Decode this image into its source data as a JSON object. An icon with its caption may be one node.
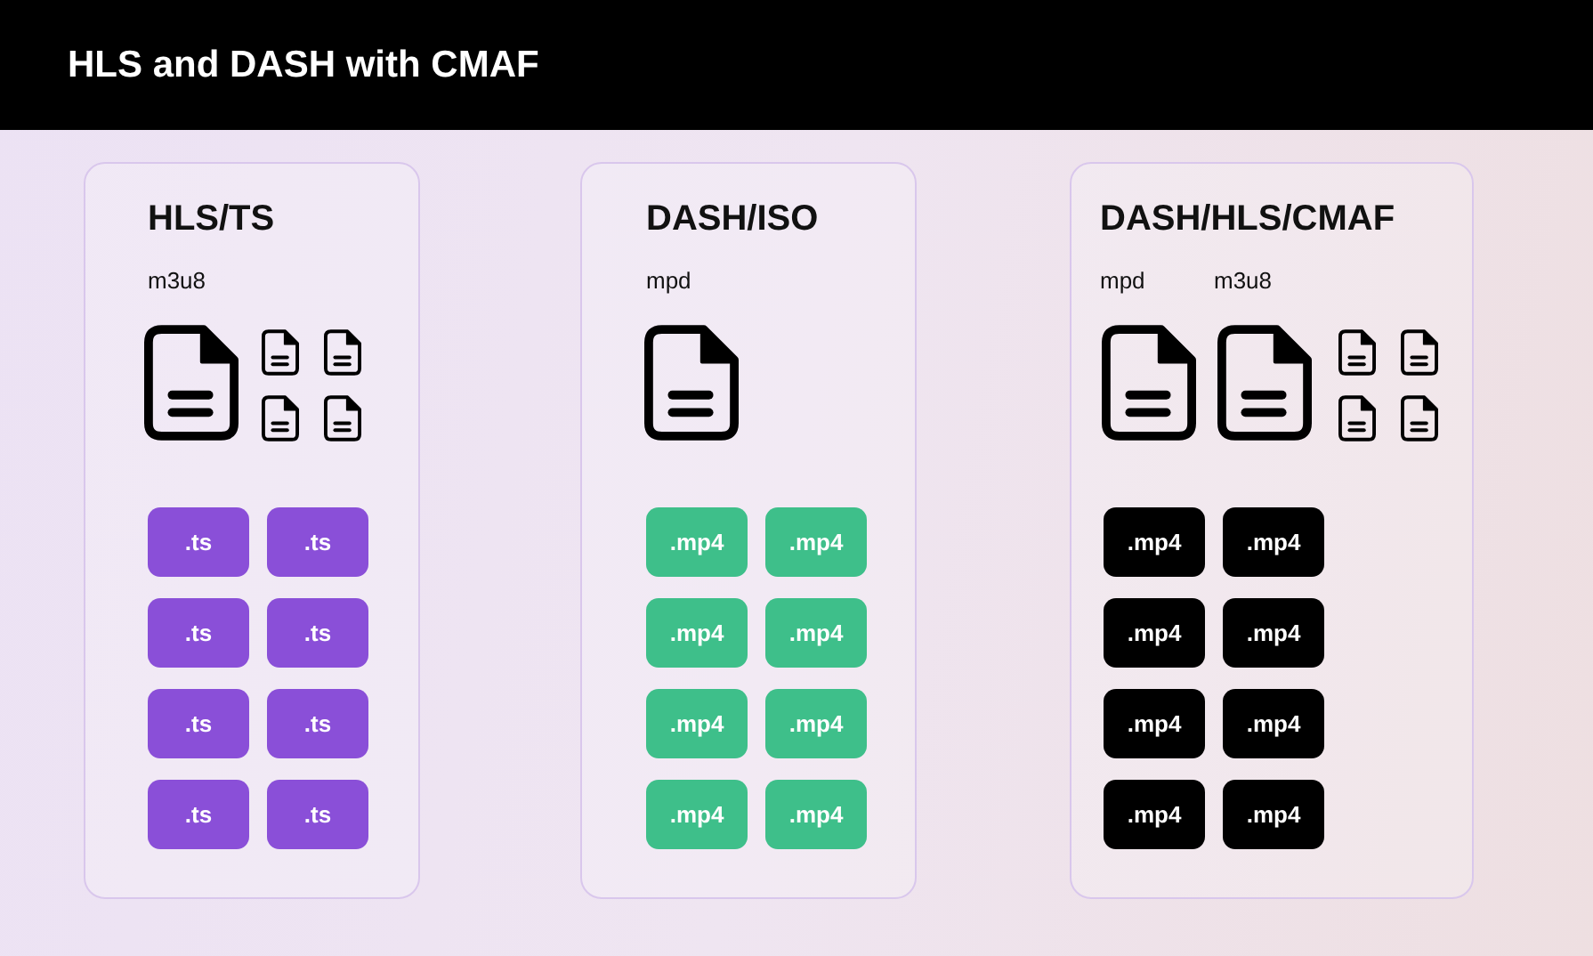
{
  "diagram": {
    "title": "HLS and DASH with CMAF",
    "nodes": [
      {
        "text": [
          "HLS/TS",
          "m3u8"
        ]
      },
      {
        "text": [
          ".ts"
        ],
        "in": 0
      },
      {
        "text": [
          ".ts"
        ],
        "in": 0
      },
      {
        "text": [
          ".ts"
        ],
        "in": 0
      },
      {
        "text": [
          ".ts"
        ],
        "in": 0
      },
      {
        "text": [
          ".ts"
        ],
        "in": 0
      },
      {
        "text": [
          ".ts"
        ],
        "in": 0
      },
      {
        "text": [
          ".ts"
        ],
        "in": 0
      },
      {
        "text": [
          ".ts"
        ],
        "in": 0
      },
      {
        "text": [
          "DASH/ISO",
          "mpd"
        ]
      },
      {
        "text": [
          ".mp4"
        ],
        "in": 9
      },
      {
        "text": [
          ".mp4"
        ],
        "in": 9
      },
      {
        "text": [
          ".mp4"
        ],
        "in": 9
      },
      {
        "text": [
          ".mp4"
        ],
        "in": 9
      },
      {
        "text": [
          ".mp4"
        ],
        "in": 9
      },
      {
        "text": [
          ".mp4"
        ],
        "in": 9
      },
      {
        "text": [
          ".mp4"
        ],
        "in": 9
      },
      {
        "text": [
          ".mp4"
        ],
        "in": 9
      },
      {
        "text": [
          "DASH/HLS/CMAF",
          "mpd",
          "m3u8"
        ]
      },
      {
        "text": [
          ".mp4"
        ],
        "in": 18
      },
      {
        "text": [
          ".mp4"
        ],
        "in": 18
      },
      {
        "text": [
          ".mp4"
        ],
        "in": 18
      },
      {
        "text": [
          ".mp4"
        ],
        "in": 18
      },
      {
        "text": [
          ".mp4"
        ],
        "in": 18
      },
      {
        "text": [
          ".mp4"
        ],
        "in": 18
      },
      {
        "text": [
          ".mp4"
        ],
        "in": 18
      },
      {
        "text": [
          ".mp4"
        ],
        "in": 18
      }
    ]
  }
}
